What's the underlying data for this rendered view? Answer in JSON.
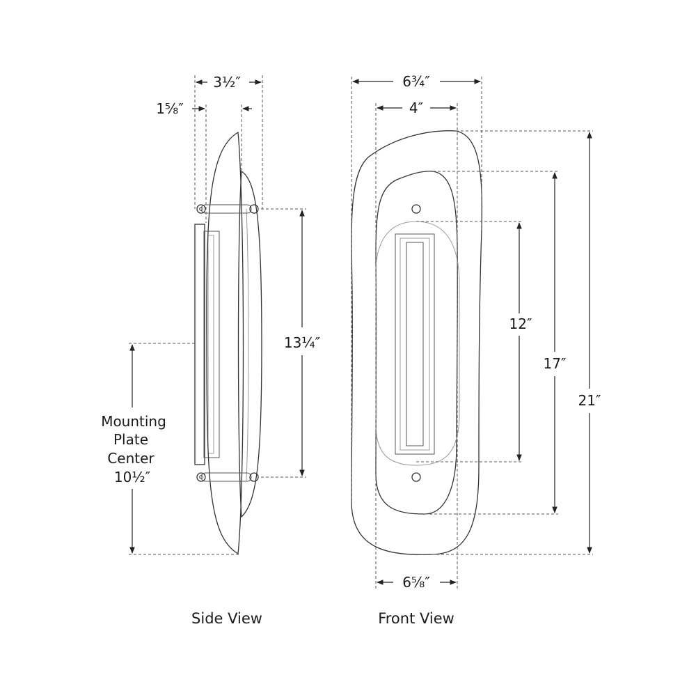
{
  "dimensions": {
    "side_width": "3½″",
    "side_depth": "1⅝″",
    "side_height": "13¼″",
    "mounting_label_line1": "Mounting",
    "mounting_label_line2": "Plate",
    "mounting_label_line3": "Center",
    "mounting_label_line4": "10½″",
    "front_width": "6¾″",
    "inner_width": "4″",
    "bottom_width": "6⅝″",
    "front_height_small": "12″",
    "front_height_mid": "17″",
    "front_height_total": "21″"
  },
  "captions": {
    "side_view": "Side View",
    "front_view": "Front View"
  }
}
